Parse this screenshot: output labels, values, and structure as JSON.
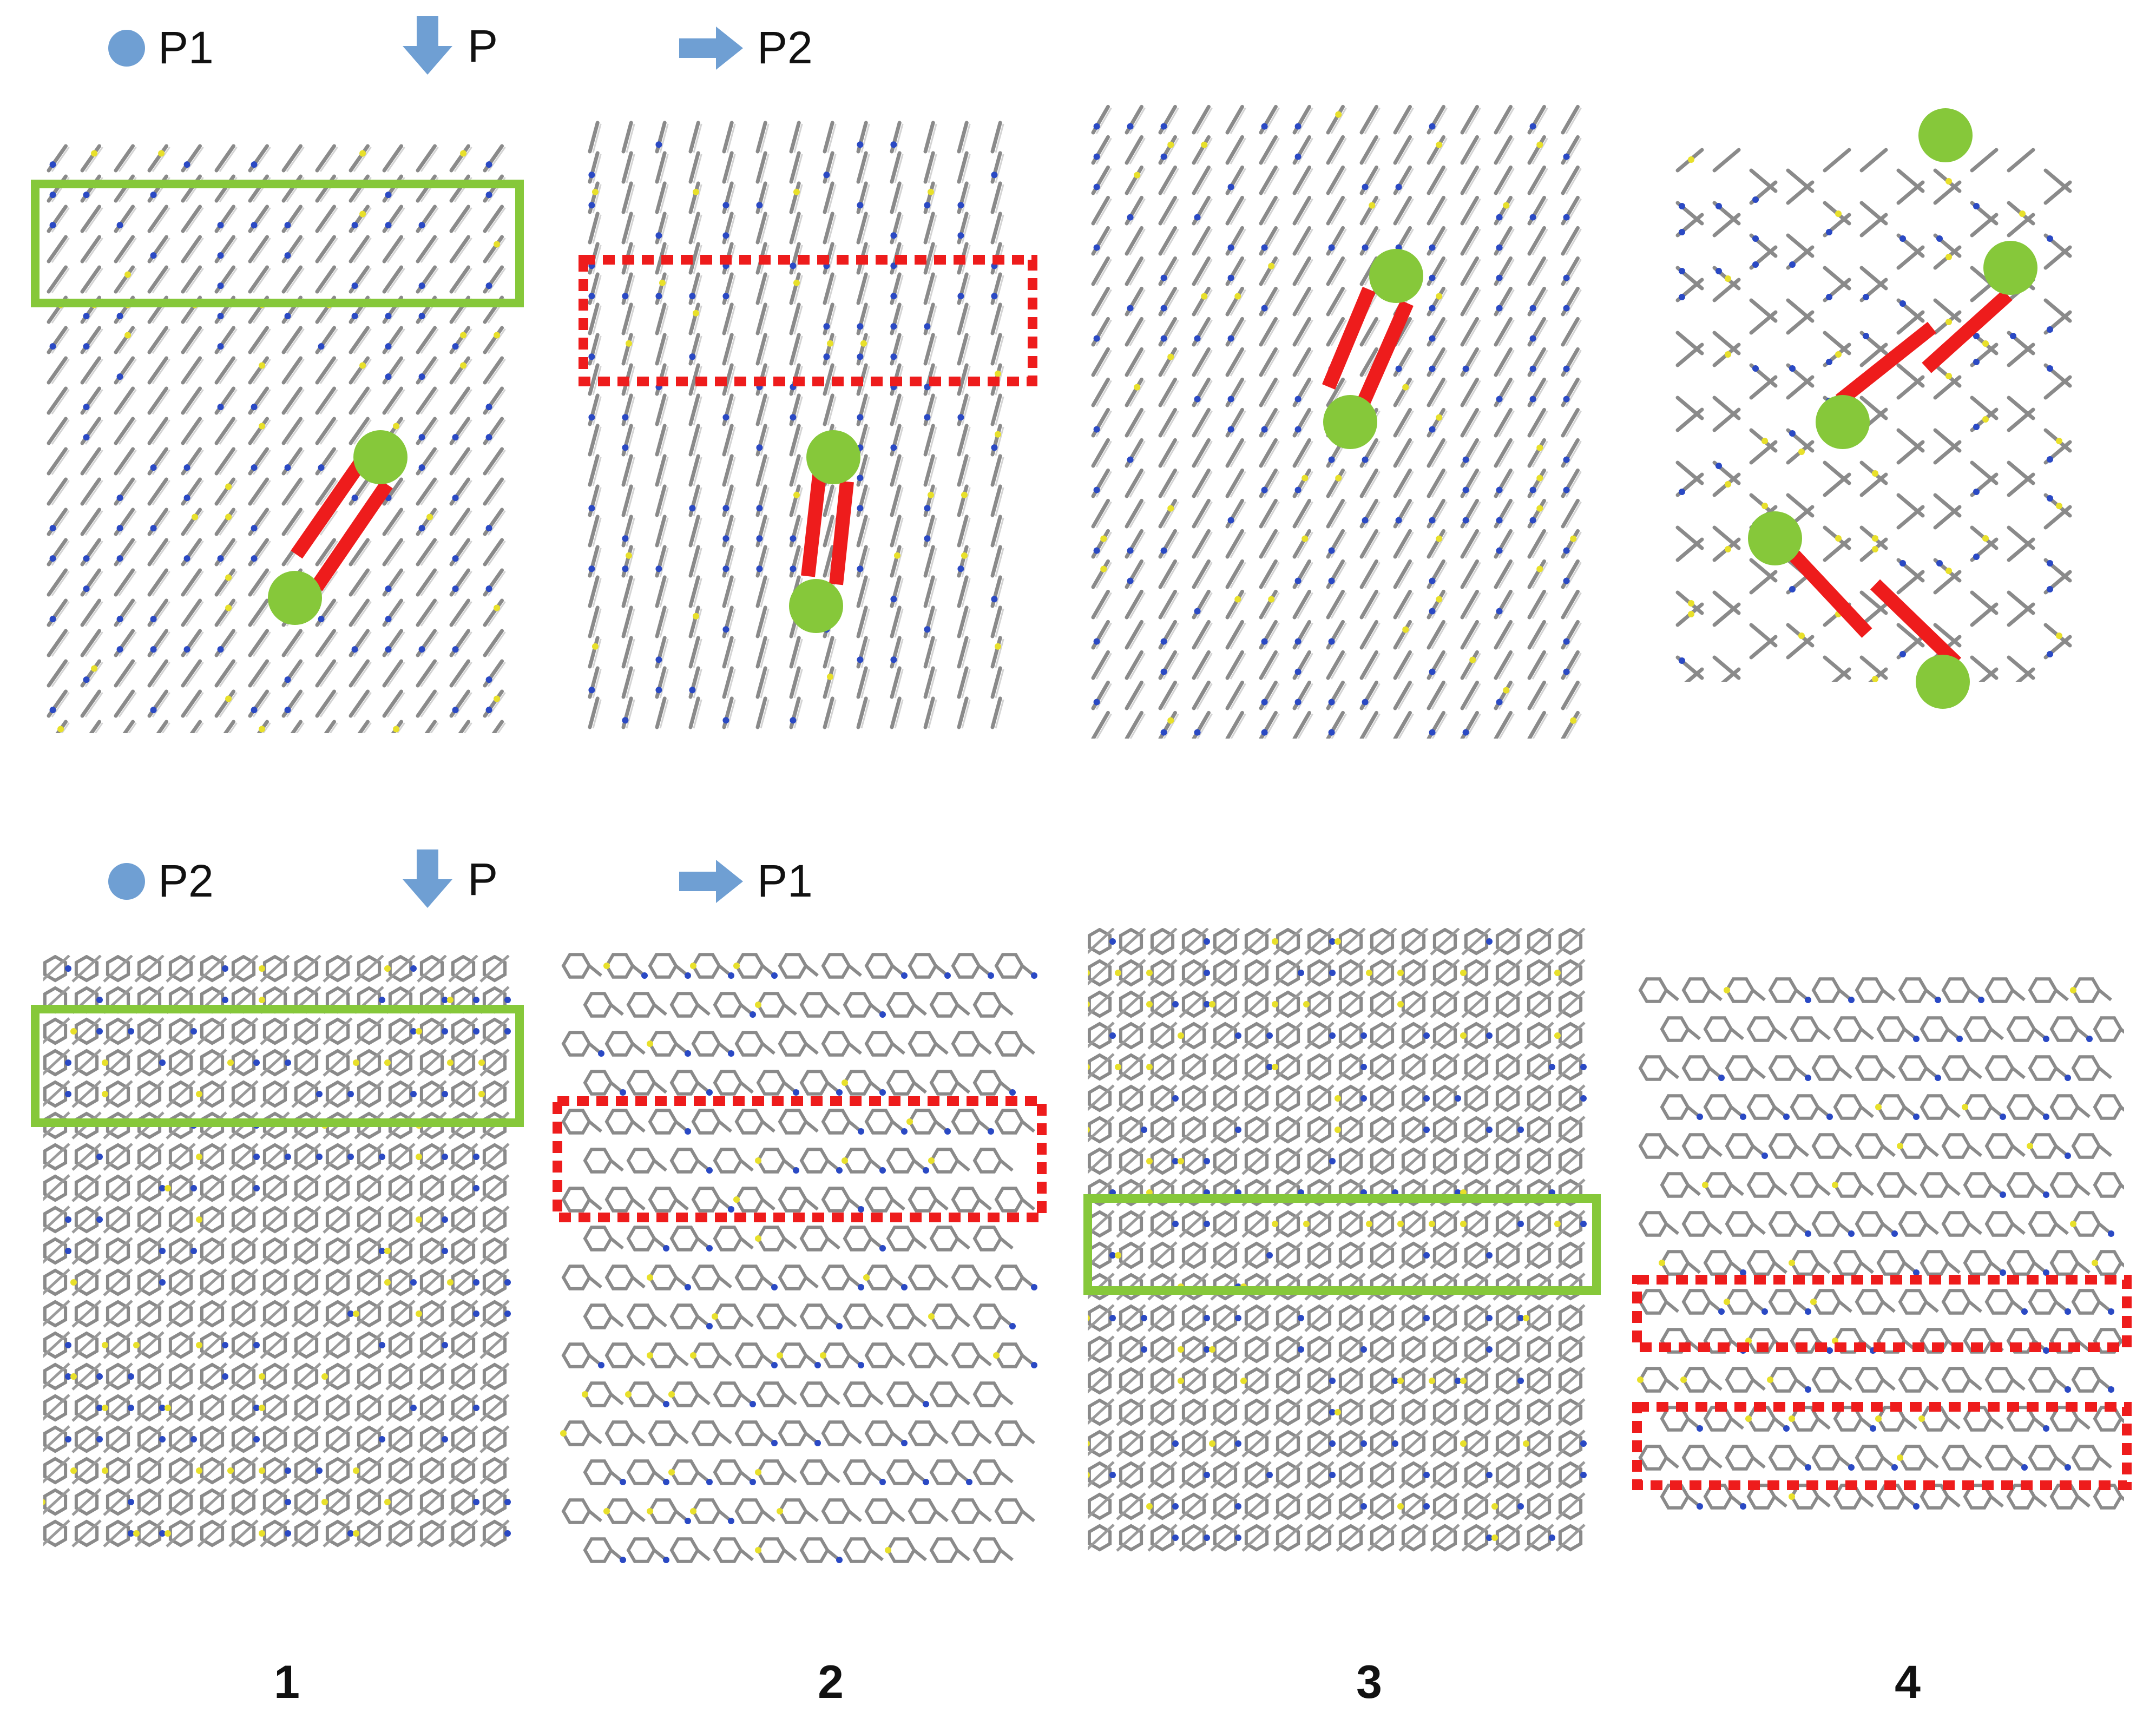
{
  "colors": {
    "legend_marker": "#6f9fd3",
    "layer_box_solid": "#86c83a",
    "layer_box_dashed": "#ee1c1c",
    "vector_bar": "#ee1c1c",
    "vector_end": "#86c83a",
    "carbon": "#8a8a8a",
    "nitrogen": "#2a49c4",
    "sulfur": "#e8e02a"
  },
  "legend_top": {
    "dot": {
      "icon": "circle-marker",
      "label": "P1"
    },
    "down": {
      "icon": "arrow-down",
      "label": "P"
    },
    "right": {
      "icon": "arrow-right",
      "label": "P2"
    }
  },
  "legend_bottom": {
    "dot": {
      "icon": "circle-marker",
      "label": "P2"
    },
    "down": {
      "icon": "arrow-down",
      "label": "P"
    },
    "right": {
      "icon": "arrow-right",
      "label": "P1"
    }
  },
  "compounds": [
    "1",
    "2",
    "3",
    "4"
  ]
}
